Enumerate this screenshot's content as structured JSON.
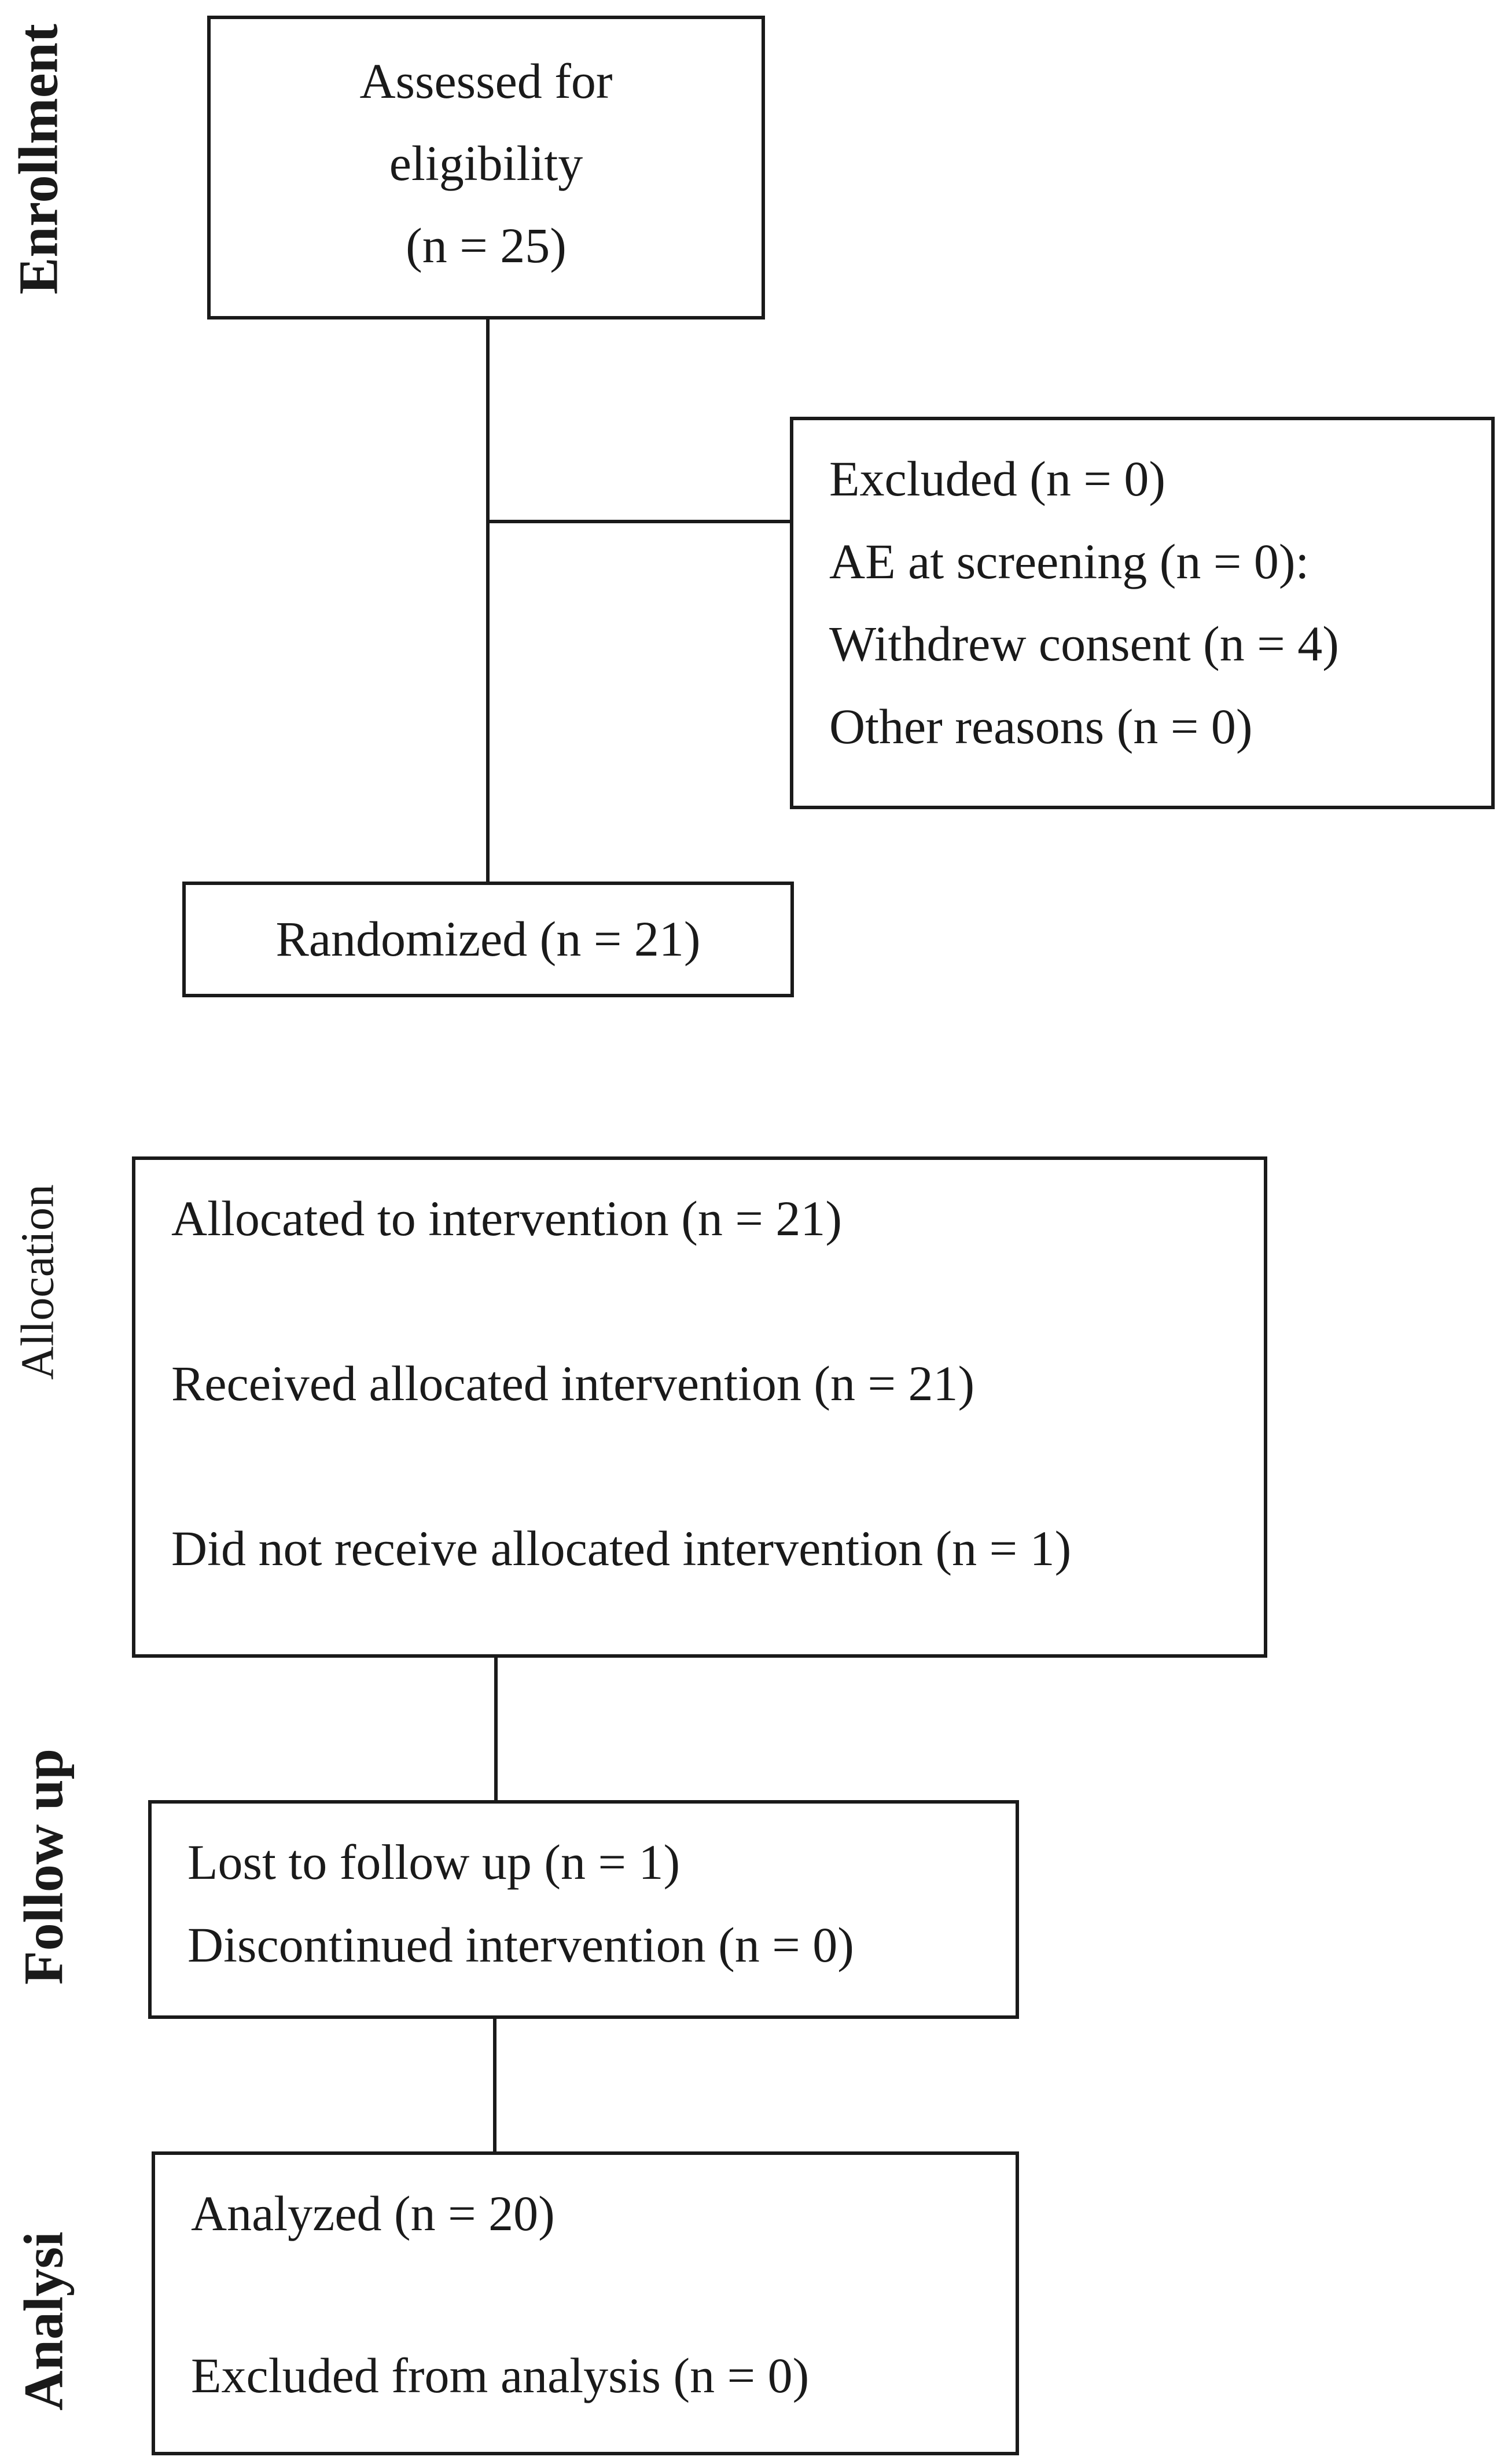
{
  "stages": {
    "enrollment": "Enrollment",
    "allocation": "Allocation",
    "follow_up": "Follow up",
    "analysis": "Analysi"
  },
  "boxes": {
    "assessed": {
      "line1": "Assessed for",
      "line2": "eligibility",
      "line3": "(n = 25)"
    },
    "excluded": {
      "line1": "Excluded (n = 0)",
      "line2": "AE at screening (n = 0):",
      "line3": "Withdrew consent (n = 4)",
      "line4": "Other reasons (n = 0)"
    },
    "randomized": {
      "line1": "Randomized (n = 21)"
    },
    "allocation": {
      "line1": "Allocated to intervention (n = 21)",
      "line2": "Received allocated intervention (n = 21)",
      "line3": "Did not receive allocated intervention (n = 1)"
    },
    "follow_up": {
      "line1": "Lost to follow up (n = 1)",
      "line2": "Discontinued intervention (n = 0)"
    },
    "analysis": {
      "line1": "Analyzed (n = 20)",
      "line2": "Excluded from analysis (n = 0)"
    }
  }
}
